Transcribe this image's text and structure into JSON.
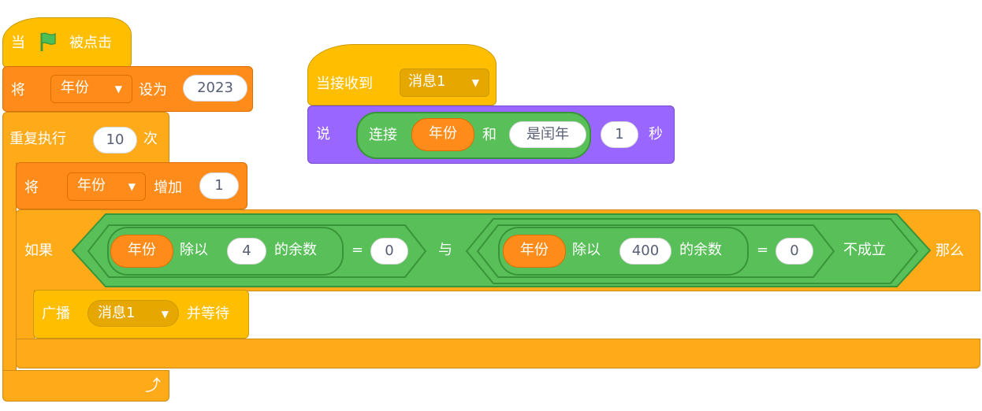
{
  "script1": {
    "hat": {
      "when": "当",
      "clicked": "被点击",
      "flag_icon": "green-flag-icon"
    },
    "set": {
      "prefix": "将",
      "var": "年份",
      "to": "设为",
      "value": "2023"
    },
    "repeat": {
      "label": "重复执行",
      "count": "10",
      "times": "次",
      "loop_icon": "loop-arrow-icon"
    },
    "change": {
      "prefix": "将",
      "var": "年份",
      "by": "增加",
      "value": "1"
    },
    "if": {
      "label": "如果",
      "then": "那么",
      "cond1": {
        "var": "年份",
        "mod": "除以",
        "divisor": "4",
        "rem": "的余数",
        "eq": "=",
        "rhs": "0"
      },
      "and": "与",
      "cond2": {
        "var": "年份",
        "mod": "除以",
        "divisor": "400",
        "rem": "的余数",
        "eq": "=",
        "rhs": "0",
        "not": "不成立"
      }
    },
    "broadcast": {
      "label": "广播",
      "message": "消息1",
      "wait": "并等待"
    }
  },
  "script2": {
    "hat": {
      "label": "当接收到",
      "message": "消息1"
    },
    "say": {
      "label": "说",
      "join": "连接",
      "var": "年份",
      "and": "和",
      "text": "是闰年",
      "secs": "1",
      "unit": "秒"
    }
  },
  "colors": {
    "events": "#ffbf00",
    "control": "#ffab19",
    "variables": "#ff8c1a",
    "operators": "#59c059",
    "looks": "#9966ff"
  }
}
